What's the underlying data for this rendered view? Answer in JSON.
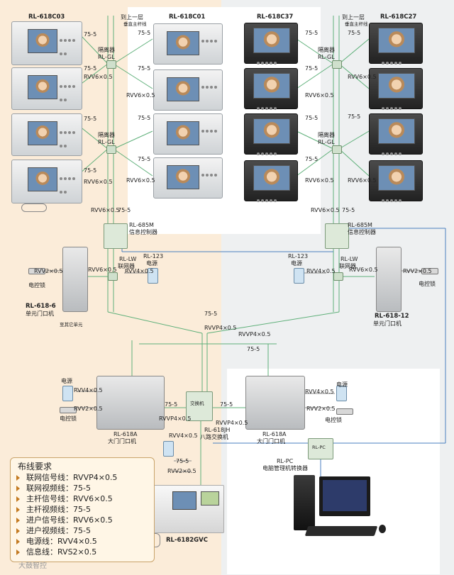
{
  "colors": {
    "left_bg": "#fbecd9",
    "right_bg": "#eef0f1",
    "wire_green": "#5fb07a",
    "wire_blue": "#4a7fc0",
    "wire_gray": "#8c8c8c",
    "accent": "#c37a21"
  },
  "models": {
    "indoor_a": "RL-618C03",
    "indoor_b": "RL-618C01",
    "indoor_c": "RL-618C37",
    "indoor_d": "RL-618C27",
    "info_ctrl_code": "RL-685M",
    "info_ctrl_name": "信息控制器",
    "link_code": "RL-LW",
    "link_name": "联网器",
    "psu_code": "RL-123",
    "psu_name": "电源",
    "isolator_code": "RL-GL",
    "isolator_name": "隔离器",
    "unit_door_left_code": "RL-618-6",
    "unit_door_right_code": "RL-618-12",
    "unit_door_name": "单元门口机",
    "main_door_code": "RL-618A",
    "main_door_name": "大门门口机",
    "switch_code": "RL-618JH",
    "switch_name": "八路交换机",
    "switch_box": "交换机",
    "pc_code": "RL-PC",
    "pc_name": "电脑管理机转换器",
    "center_code": "RL-6182GVC",
    "lock": "电控锁",
    "power": "电源",
    "up_floor": "到上一层",
    "riser": "垂直主杆线",
    "other_unit": "至其它单元"
  },
  "wires": {
    "w1": "75-5",
    "w2": "RVV6×0.5",
    "w3": "RVV2×0.5",
    "w4": "RVV4×0.5",
    "w5": "RVVP4×0.5"
  },
  "legend": {
    "title": "布线要求",
    "items": [
      "联网信号线：RVVP4×0.5",
      "联网视频线：75-5",
      "主杆信号线：RVV6×0.5",
      "主杆视频线：75-5",
      "进户信号线：RVV6×0.5",
      "进户视频线：75-5",
      "电源线：RVV4×0.5",
      "信息线：RVS2×0.5"
    ]
  },
  "watermark": "大鼓智控"
}
